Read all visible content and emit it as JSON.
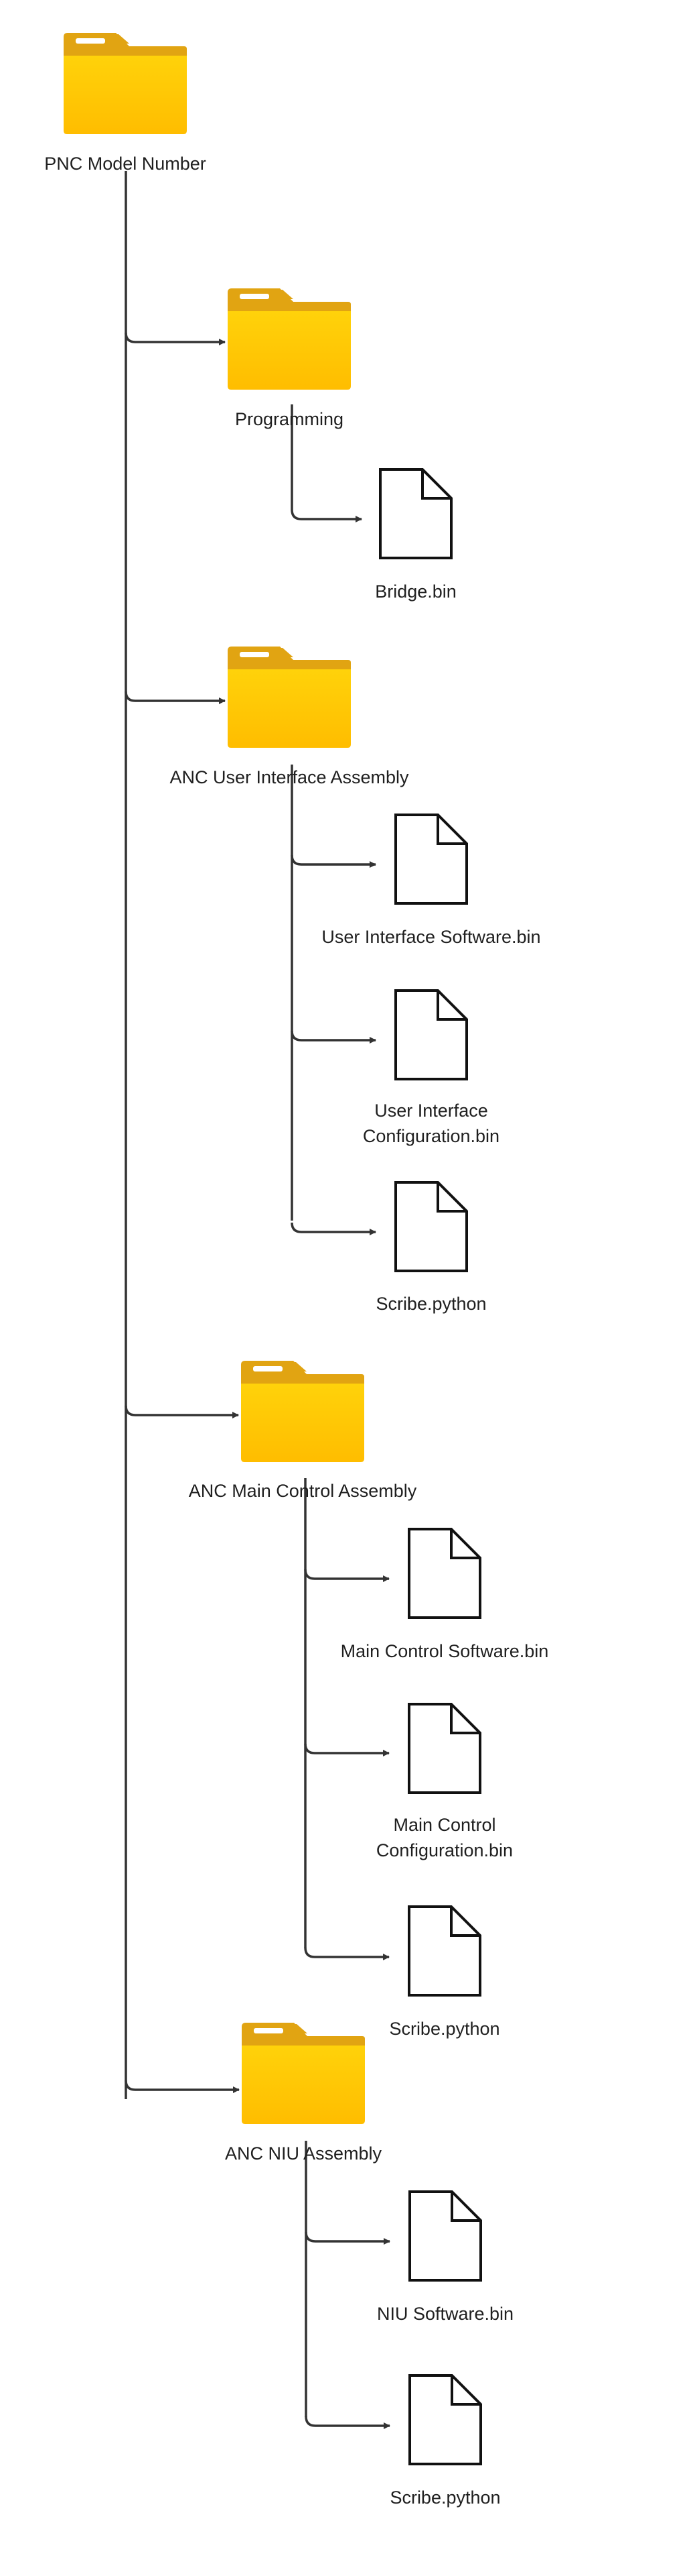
{
  "colors": {
    "folder_back": "#E1A412",
    "folder_front_top": "#FFD20A",
    "folder_front_bottom": "#FFBD00",
    "folder_tab_slot": "#FFFFFF",
    "file_stroke": "#111111",
    "connector": "#333333"
  },
  "tree": {
    "root": {
      "label": "PNC Model Number",
      "icon": "folder-icon"
    },
    "programming": {
      "label": "Programming",
      "icon": "folder-icon",
      "files": [
        {
          "label": "Bridge.bin",
          "icon": "file-icon"
        }
      ]
    },
    "ui_assembly": {
      "label": "ANC User Interface Assembly",
      "icon": "folder-icon",
      "files": [
        {
          "label": "User Interface Software.bin",
          "icon": "file-icon"
        },
        {
          "label": "User Interface\nConfiguration.bin",
          "icon": "file-icon"
        },
        {
          "label": "Scribe.python",
          "icon": "file-icon"
        }
      ]
    },
    "main_control": {
      "label": "ANC Main Control Assembly",
      "icon": "folder-icon",
      "files": [
        {
          "label": "Main Control Software.bin",
          "icon": "file-icon"
        },
        {
          "label": "Main Control\nConfiguration.bin",
          "icon": "file-icon"
        },
        {
          "label": "Scribe.python",
          "icon": "file-icon"
        }
      ]
    },
    "niu_assembly": {
      "label": "ANC NIU Assembly",
      "icon": "folder-icon",
      "files": [
        {
          "label": "NIU Software.bin",
          "icon": "file-icon"
        },
        {
          "label": "Scribe.python",
          "icon": "file-icon"
        }
      ]
    }
  }
}
